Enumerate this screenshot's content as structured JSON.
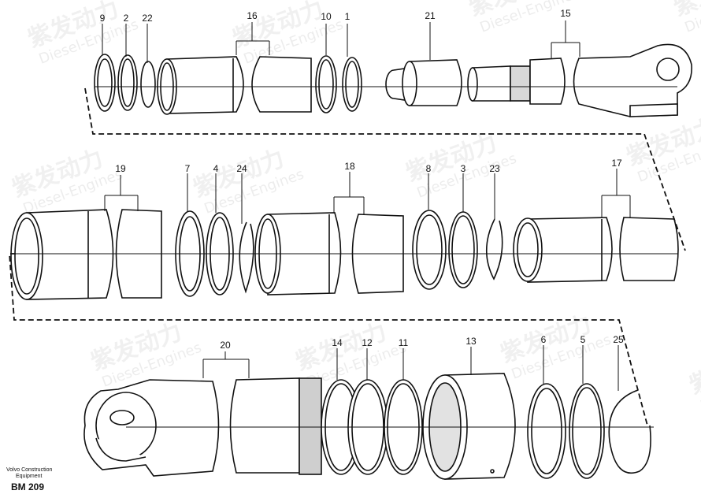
{
  "caption": {
    "maker_line1": "Volvo Construction",
    "maker_line2": "Equipment",
    "code": "BM 209"
  },
  "watermark": {
    "brand_cn": "紫发动力",
    "brand_en": "Diesel-Engines"
  },
  "callouts": {
    "row1": [
      "9",
      "2",
      "22",
      "16",
      "10",
      "1",
      "21",
      "15"
    ],
    "row2": [
      "19",
      "7",
      "4",
      "24",
      "18",
      "8",
      "3",
      "23",
      "17"
    ],
    "row3": [
      "20",
      "14",
      "12",
      "11",
      "13",
      "6",
      "5",
      "25"
    ]
  }
}
